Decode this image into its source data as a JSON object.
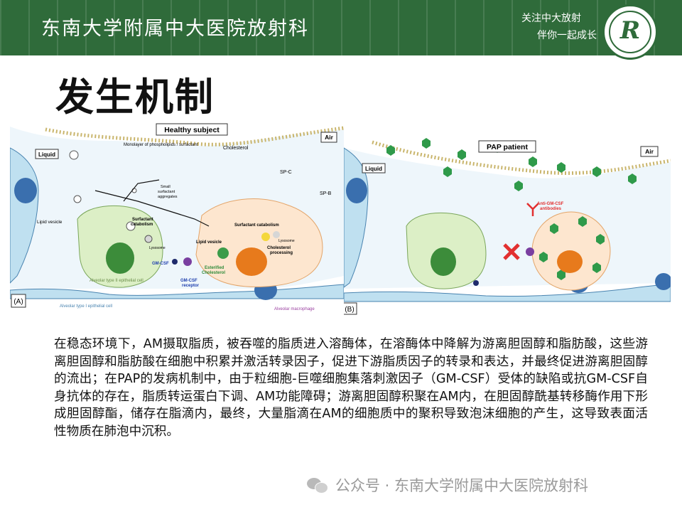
{
  "header": {
    "title": "东南大学附属中大医院放射科",
    "slogan_line1": "关注中大放射",
    "slogan_line2": "伴你一起成长",
    "logo_mark": "R"
  },
  "page_title": "发生机制",
  "figure": {
    "panel_a": {
      "tag": "(A)",
      "title": "Healthy subject",
      "air": "Air",
      "liquid": "Liquid",
      "labels": {
        "monolayer": "Monolayer of phospholipids / surfactant",
        "cholesterol": "Cholesterol",
        "spc": "SP-C",
        "spb": "SP-B",
        "small_agg1": "Small",
        "small_agg2": "surfactant",
        "small_agg3": "aggregates",
        "lipid_vesicle_left": "Lipid vesicle",
        "surf_cat1": "Surfactant",
        "surf_cat2": "catabolism",
        "lysosome1": "Lysosome",
        "gmcsf": "GM-CSF",
        "gmcsf_receptor1": "GM-CSF",
        "gmcsf_receptor2": "receptor",
        "lipid_vesicle_mid": "Lipid vesicle",
        "esterified1": "Esterified",
        "esterified2": "Cholesterol",
        "surf_cat_right": "Surfactant catabolism",
        "lysosome2": "Lysosome",
        "chol_proc1": "Cholesterol",
        "chol_proc2": "processing",
        "type2": "Alveolar type II epithelial cell",
        "type1": "Alveolar type I epithelial cell",
        "macrophage": "Alveolar macrophage"
      }
    },
    "panel_b": {
      "tag": "(B)",
      "title": "PAP patient",
      "air": "Air",
      "liquid": "Liquid",
      "anti1": "Anti-GM-CSF",
      "anti2": "antibodies"
    }
  },
  "body_text": "在稳态环境下，AM摄取脂质，被吞噬的脂质进入溶酶体，在溶酶体中降解为游离胆固醇和脂肪酸，这些游离胆固醇和脂肪酸在细胞中积累并激活转录因子，促进下游脂质因子的转录和表达，并最终促进游离胆固醇的流出；在PAP的发病机制中，由于粒细胞-巨噬细胞集落刺激因子（GM-CSF）受体的缺陷或抗GM-CSF自身抗体的存在，脂质转运蛋白下调、AM功能障碍；游离胆固醇积聚在AM内，在胆固醇酰基转移酶作用下形成胆固醇酯，储存在脂滴内，最终，大量脂滴在AM的细胞质中的聚积导致泡沫细胞的产生，这导致表面活性物质在肺泡中沉积。",
  "footer": {
    "text": "公众号 · 东南大学附属中大医院放射科",
    "icon": "wechat-icon"
  },
  "colors": {
    "header_bg": "#2f6b3a",
    "alveolar_cell": "#bfe0f0",
    "macrophage": "#fde6cf",
    "type2_cell": "#dcefc6",
    "nucleus_green": "#3c8c3a",
    "nucleus_orange": "#e77a1c",
    "antibody_red": "#e23030"
  }
}
